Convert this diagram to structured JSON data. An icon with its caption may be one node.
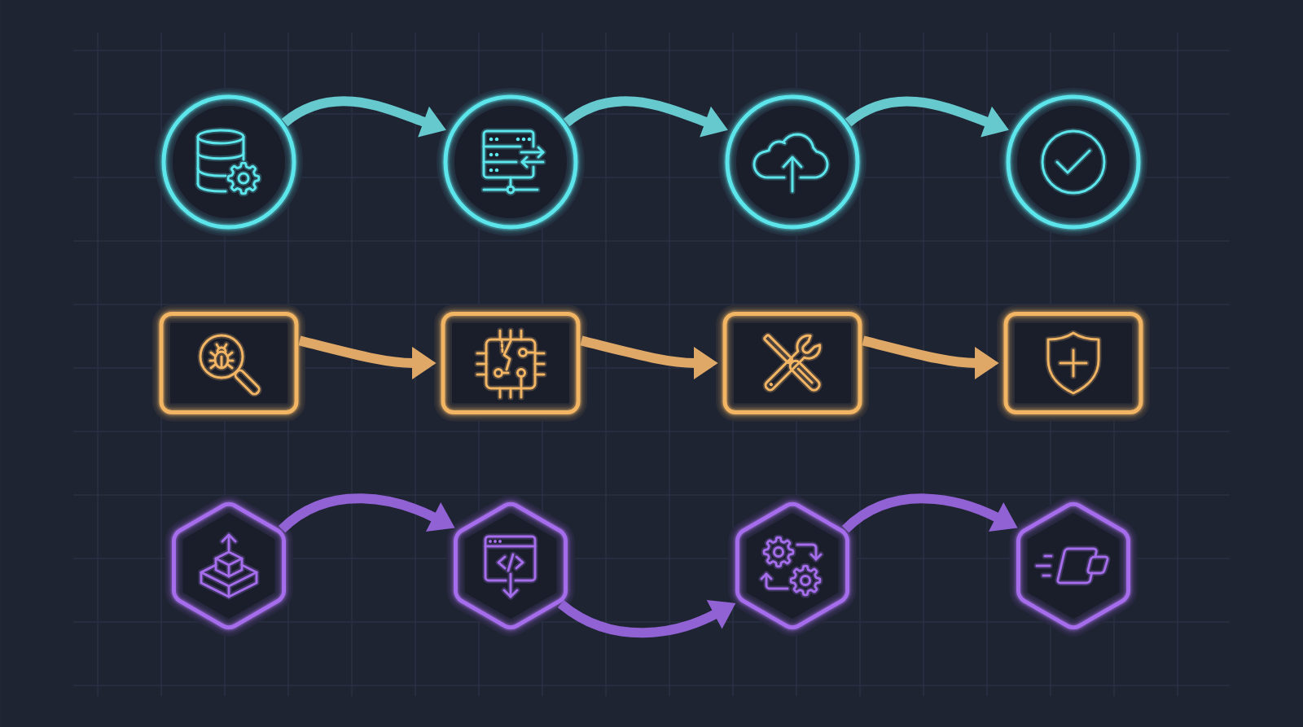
{
  "diagram": {
    "nodes": [
      {
        "text": [],
        "shape": "circle"
      },
      {
        "text": [],
        "shape": "circle"
      },
      {
        "text": [],
        "shape": "circle"
      },
      {
        "text": [],
        "shape": "circle"
      },
      {
        "text": [],
        "shape": "box"
      },
      {
        "text": [],
        "shape": "box"
      },
      {
        "text": [],
        "shape": "box"
      },
      {
        "text": [],
        "shape": "box"
      },
      {
        "text": [],
        "shape": "hexagon"
      },
      {
        "text": [],
        "shape": "hexagon"
      },
      {
        "text": [],
        "shape": "hexagon"
      },
      {
        "text": [],
        "shape": "hexagon"
      }
    ],
    "edges": [
      {
        "from": 0,
        "to": 1,
        "arrow": "to",
        "color": "#66c9ce"
      },
      {
        "from": 1,
        "to": 2,
        "arrow": "to",
        "color": "#66c9ce"
      },
      {
        "from": 2,
        "to": 3,
        "arrow": "to",
        "color": "#66c9ce"
      },
      {
        "from": 4,
        "to": 5,
        "arrow": "to",
        "color": "#dfa866"
      },
      {
        "from": 5,
        "to": 6,
        "arrow": "to",
        "color": "#dfa866"
      },
      {
        "from": 6,
        "to": 7,
        "arrow": "to",
        "color": "#dfa866"
      },
      {
        "from": 8,
        "to": 9,
        "arrow": "to",
        "color": "#9062d4"
      },
      {
        "from": 9,
        "to": 10,
        "arrow": "to",
        "color": "#9062d4"
      },
      {
        "from": 10,
        "to": 11,
        "arrow": "to",
        "color": "#9062d4"
      }
    ]
  }
}
